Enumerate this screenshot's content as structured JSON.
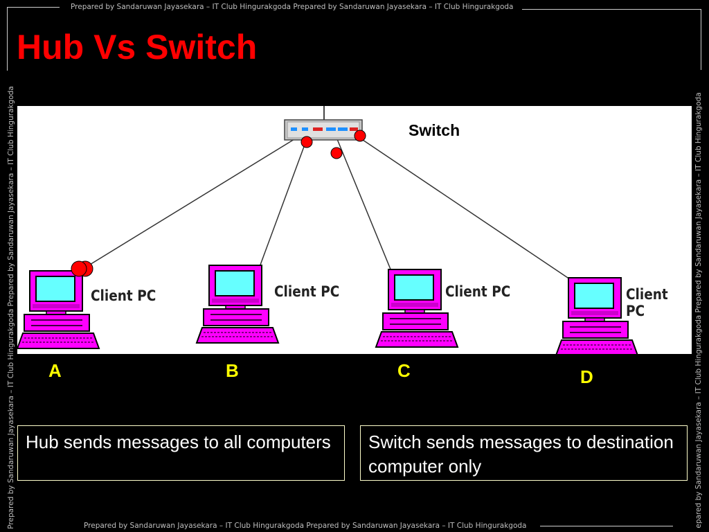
{
  "watermark": {
    "top": "Prepared by Sandaruwan Jayasekara – IT Club Hingurakgoda Prepared by Sandaruwan Jayasekara – IT Club Hingurakgoda",
    "bottom": "Prepared by Sandaruwan Jayasekara – IT Club Hingurakgoda Prepared by Sandaruwan Jayasekara – IT Club Hingurakgoda",
    "left": "Prepared by Sandaruwan Jayasekara – IT Club Hingurakgoda Prepared by Sandaruwan Jayasekara – IT Club Hingurakgoda",
    "right": "epared by Sandaruwan Jayasekara – IT Club Hingurakgoda Prepared by Sandaruwan Jayasekara – IT Club Hingurakgoda"
  },
  "slide": {
    "title": "Hub Vs Switch",
    "title_color": "#ff0000"
  },
  "diagram": {
    "switch_label": "Switch",
    "pc_label": "Client PC",
    "pcs": [
      {
        "letter": "A",
        "label": "Client PC"
      },
      {
        "letter": "B",
        "label": "Client PC"
      },
      {
        "letter": "C",
        "label": "Client PC"
      },
      {
        "letter": "D",
        "label": "Client PC"
      }
    ],
    "colors": {
      "monitor": "#ff00ff",
      "screen": "#66ffff",
      "packet": "#ff0000",
      "letters": "#ffff00"
    }
  },
  "boxes": {
    "hub_text": "Hub sends messages to all computers",
    "switch_text": "Switch sends messages to destination computer only"
  }
}
